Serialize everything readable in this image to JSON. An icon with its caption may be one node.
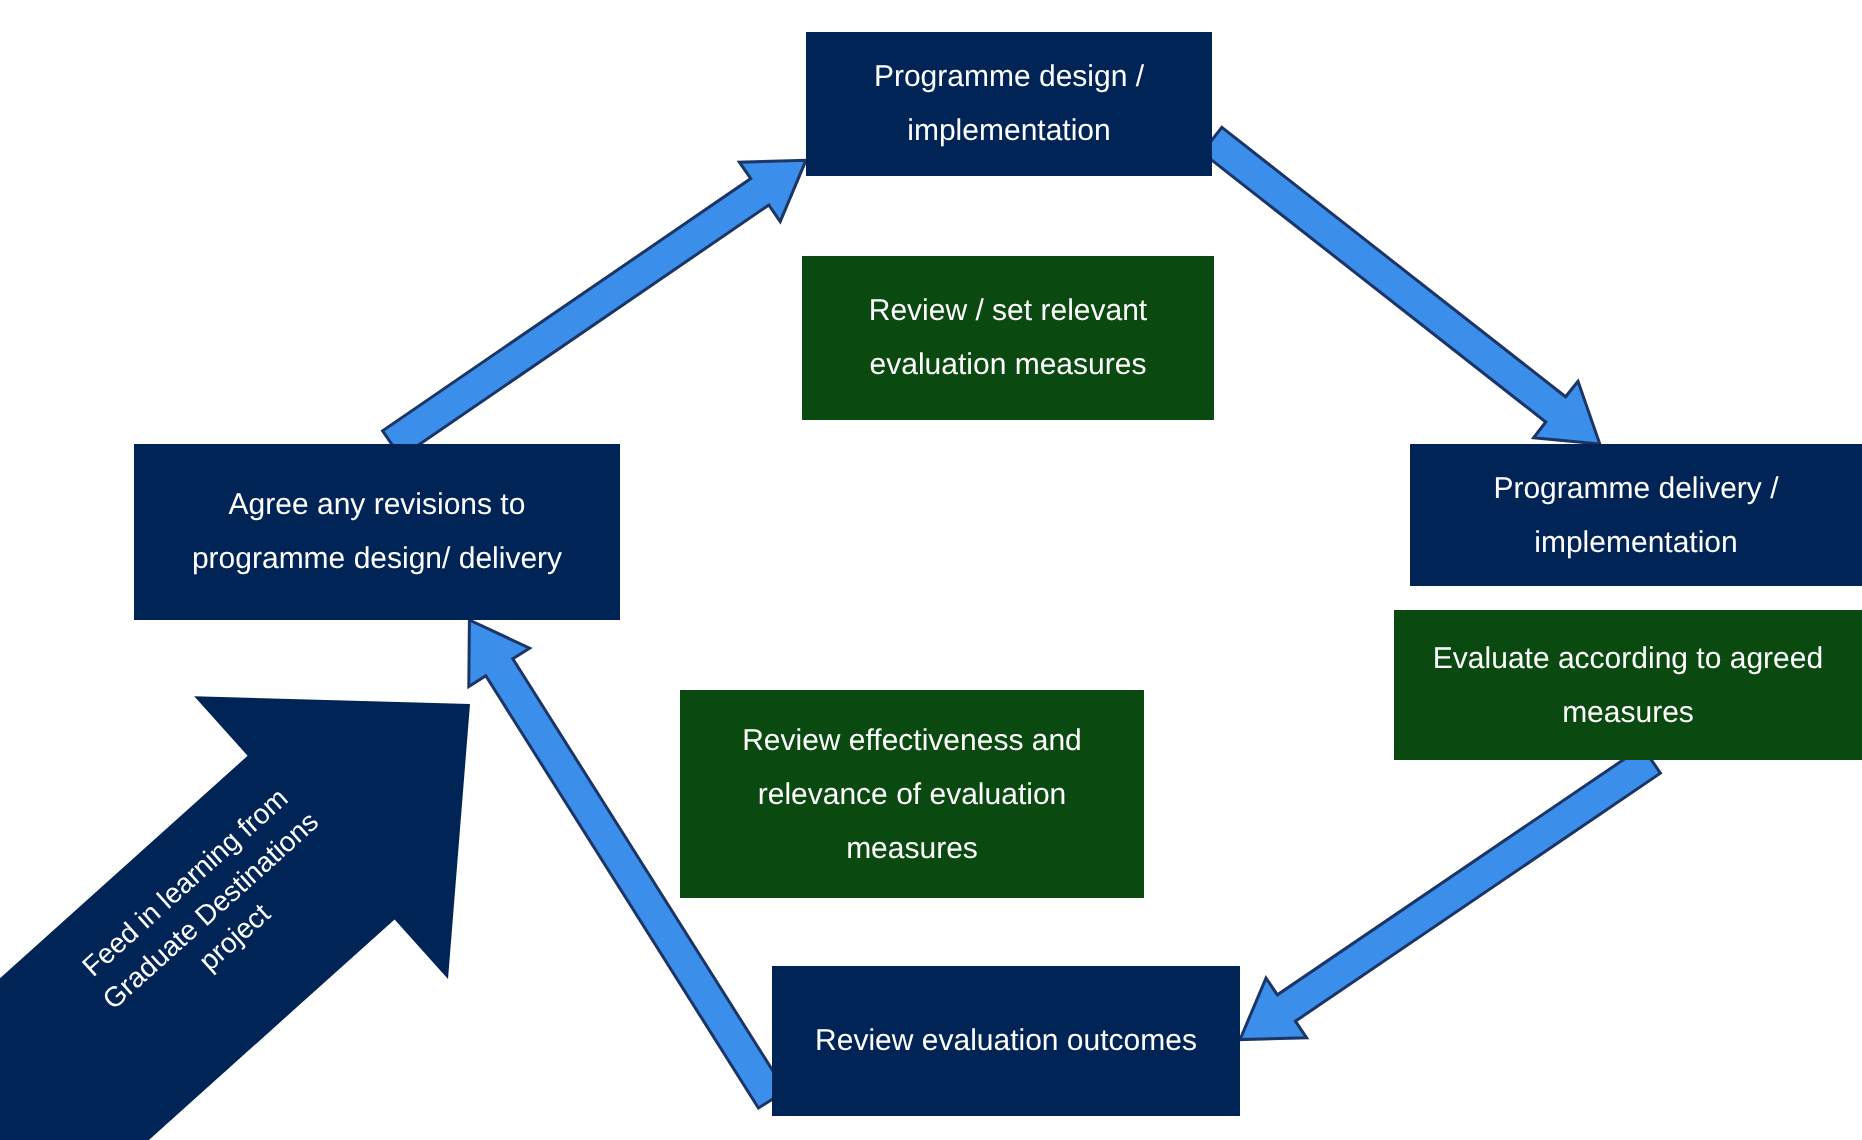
{
  "diagram": {
    "nodes": [
      {
        "text": [
          "Programme design / implementation"
        ]
      },
      {
        "text": [
          "Review / set relevant evaluation measures"
        ]
      },
      {
        "text": [
          "Programme delivery / implementation"
        ]
      },
      {
        "text": [
          "Evaluate according to agreed measures"
        ]
      },
      {
        "text": [
          "Review evaluation outcomes"
        ]
      },
      {
        "text": [
          "Review effectiveness and relevance of evaluation measures"
        ]
      },
      {
        "text": [
          "Agree any revisions to programme design/ delivery"
        ]
      },
      {
        "text": [
          "Feed in learning from Graduate Destinations project"
        ]
      }
    ],
    "edges": [
      {
        "from": 6,
        "to": 0,
        "arrow": "to"
      },
      {
        "from": 0,
        "to": 2,
        "arrow": "to"
      },
      {
        "from": 3,
        "to": 4,
        "arrow": "to"
      },
      {
        "from": 4,
        "to": 6,
        "arrow": "to"
      }
    ]
  }
}
